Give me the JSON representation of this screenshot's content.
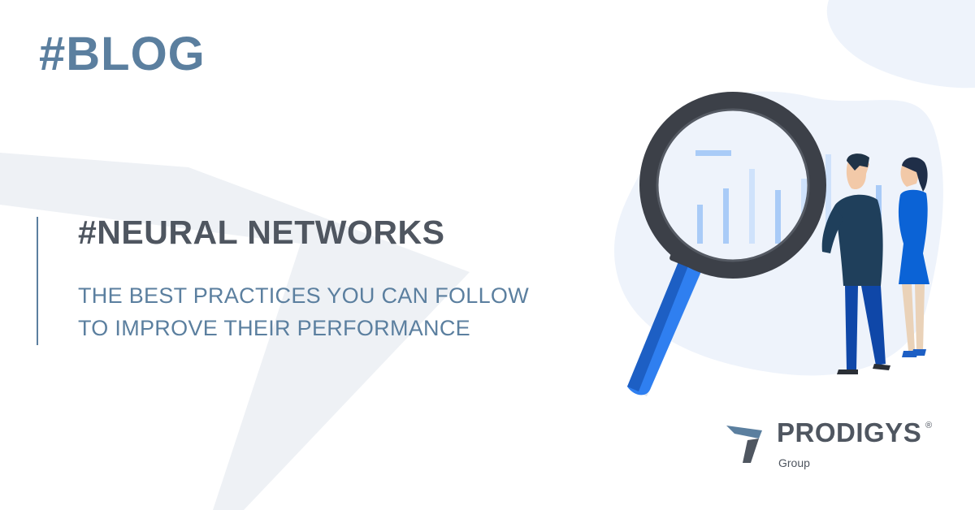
{
  "header": {
    "tag": "#BLOG"
  },
  "main": {
    "topic": "#NEURAL NETWORKS",
    "subtitle_lines": [
      "THE BEST PRACTICES YOU CAN FOLLOW",
      "TO IMPROVE THEIR PERFORMANCE"
    ]
  },
  "brand": {
    "name": "PRODIGYS",
    "registered": "®",
    "subtitle": "Group"
  },
  "illustration": {
    "icons": [
      "magnifying-glass-icon",
      "bar-chart-icon",
      "man-figure-icon",
      "woman-figure-icon"
    ]
  },
  "colors": {
    "accent": "#5b7f9f",
    "text_dark": "#4f5660",
    "blob": "#eef3fb",
    "glass_frame": "#3c4048",
    "glass_handle": "#2f7ff0"
  }
}
